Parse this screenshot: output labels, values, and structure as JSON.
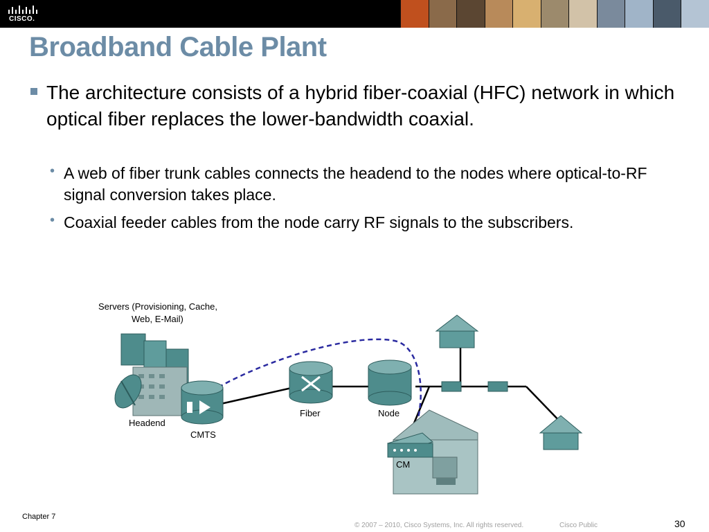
{
  "header": {
    "logo_text": "CISCO.",
    "photo_colors": [
      "#c0501e",
      "#8a6a4a",
      "#5b4632",
      "#b88a5a",
      "#d8b070",
      "#9c8a6c",
      "#d2c2a8",
      "#7a8a9c",
      "#a0b4c8",
      "#4a5a6a",
      "#b4c4d4"
    ]
  },
  "slide": {
    "title": "Broadband Cable Plant",
    "bullet": "The architecture consists of a hybrid fiber-coaxial (HFC) network in which optical fiber replaces the lower-bandwidth coaxial.",
    "subbullets": [
      "A web of fiber trunk cables connects the headend to the nodes where optical-to-RF signal conversion takes place.",
      "Coaxial feeder cables from the node carry RF signals to the subscribers."
    ]
  },
  "diagram": {
    "servers_label_line1": "Servers (Provisioning, Cache,",
    "servers_label_line2": "Web, E-Mail)",
    "headend": "Headend",
    "cmts": "CMTS",
    "fiber": "Fiber",
    "node": "Node",
    "cm": "CM",
    "colors": {
      "teal": "#4e8c8c",
      "teal_light": "#7fb0b0",
      "house": "#5f9c9c",
      "dashed": "#2a2aa0"
    }
  },
  "footer": {
    "chapter": "Chapter 7",
    "copyright": "© 2007 – 2010, Cisco Systems, Inc. All rights reserved.",
    "classification": "Cisco Public",
    "page": "30"
  }
}
